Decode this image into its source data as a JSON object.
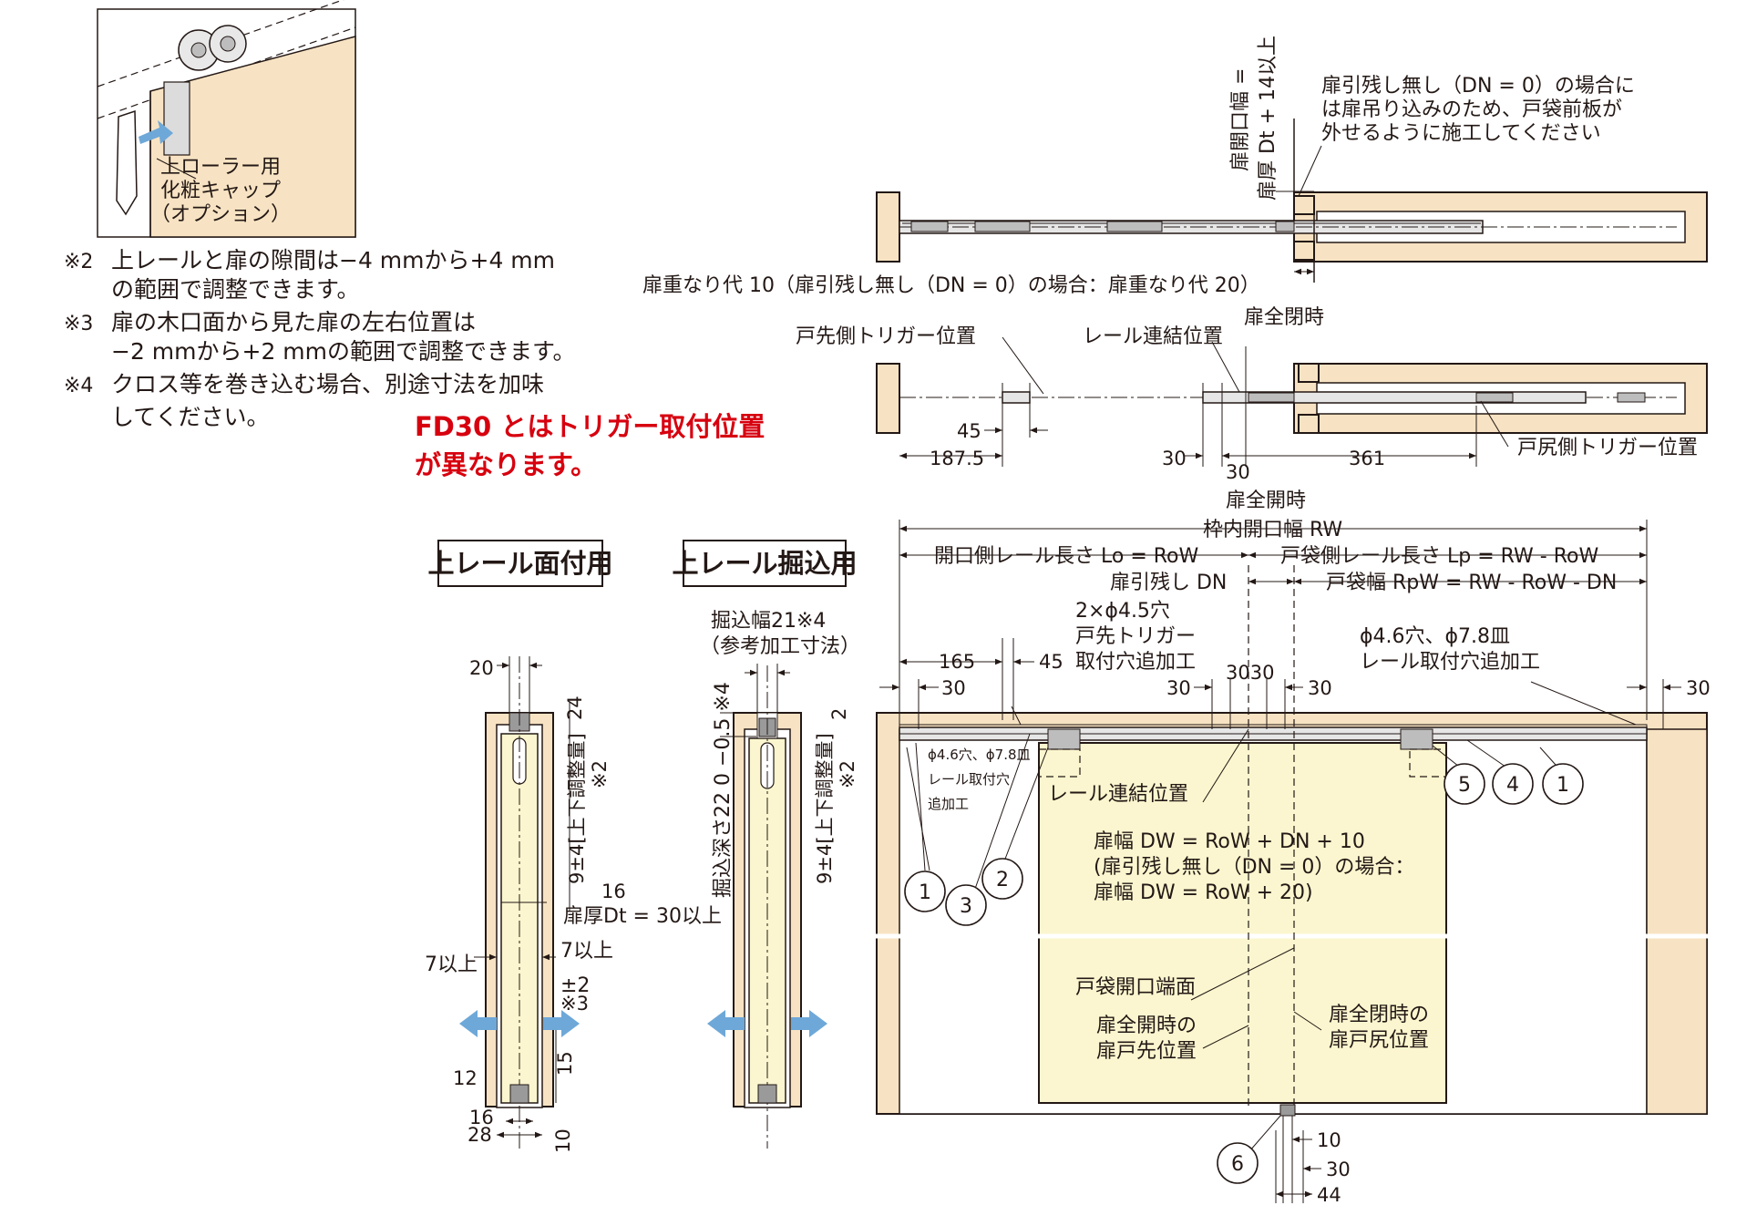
{
  "inset": {
    "caption_lines": [
      "上ローラー用",
      "化粧キャップ",
      "（オプション）"
    ]
  },
  "notes": [
    {
      "mark": "※2",
      "lines": [
        "上レールと扉の隙間は−4 mmから+4 mm",
        "の範囲で調整できます。"
      ]
    },
    {
      "mark": "※3",
      "lines": [
        "扉の木口面から見た扉の左右位置は",
        "−2 mmから+2 mmの範囲で調整できます。"
      ]
    },
    {
      "mark": "※4",
      "lines": [
        "クロス等を巻き込む場合、別途寸法を加味",
        "してください。"
      ]
    }
  ],
  "red_note": [
    "FD30 とはトリガー取付位置",
    "が異なります。"
  ],
  "top_plan": {
    "vertical_label_1": "扉開口幅 =",
    "vertical_label_2": "扉厚 Dt + 14以上",
    "callout_lines": [
      "扉引残し無し（DN = 0）の場合に",
      "は扉吊り込みのため、戸袋前板が",
      "外せるように施工してください"
    ],
    "overlap_label": "扉重なり代 10（扉引残し無し（DN = 0）の場合：扉重なり代 20）"
  },
  "mid_plan": {
    "fully_closed": "扉全閉時",
    "front_trigger": "戸先側トリガー位置",
    "rail_joint": "レール連結位置",
    "rear_trigger": "戸尻側トリガー位置",
    "d45": "45",
    "d1875": "187.5",
    "d30a": "30",
    "d30b": "30",
    "d361": "361",
    "fully_open": "扉全開時"
  },
  "section_face": {
    "title": "上レール面付用",
    "d20": "20",
    "d24": "24",
    "adjust": "9±4[上下調整量]",
    "mark2": "※2",
    "d16": "16",
    "thickness": "扉厚Dt = 30以上",
    "min7a": "7以上",
    "min7b": "7以上",
    "pm2": "±2",
    "mark3": "※3",
    "d15": "15",
    "d12": "12",
    "d16b": "16",
    "d28": "28",
    "d10": "10"
  },
  "section_recessed": {
    "title": "上レール掘込用",
    "width_line1": "掘込幅21※4",
    "width_line2": "（参考加工寸法）",
    "d2": "2",
    "depth": "掘込深さ22 0 −0.5 ※4",
    "adjust": "9±4[上下調整量]",
    "mark2": "※2"
  },
  "elevation": {
    "rw": "枠内開口幅 RW",
    "lo": "開口側レール長さ Lo = RoW",
    "lp": "戸袋側レール長さ Lp = RW - RoW",
    "dn": "扉引残し DN",
    "rpw": "戸袋幅 RpW = RW - RoW - DN",
    "front_holes_1": "2×ϕ4.5穴",
    "front_holes_2": "戸先トリガー",
    "front_holes_3": "取付穴追加工",
    "rail_holes_1": "ϕ4.6穴、ϕ7.8皿",
    "rail_holes_2": "レール取付穴追加工",
    "d165": "165",
    "d45": "45",
    "d30l": "30",
    "d30m": "30",
    "d3030": "3030",
    "d30r": "30",
    "d30rr": "30",
    "small_hole_lines": [
      "ϕ4.6穴、ϕ7.8皿",
      "レール取付穴",
      "追加工"
    ],
    "rail_joint": "レール連結位置",
    "door_width_lines": [
      "扉幅 DW = RoW + DN + 10",
      "(扉引残し無し（DN = 0）の場合：",
      "扉幅 DW = RoW + 20)"
    ],
    "pocket_edge": "戸袋開口端面",
    "open_lines": [
      "扉全開時の",
      "扉戸先位置"
    ],
    "closed_lines": [
      "扉全閉時の",
      "扉戸尻位置"
    ],
    "d10": "10",
    "d30": "30",
    "d44": "44",
    "callouts": [
      "1",
      "2",
      "3",
      "4",
      "5",
      "6"
    ]
  }
}
